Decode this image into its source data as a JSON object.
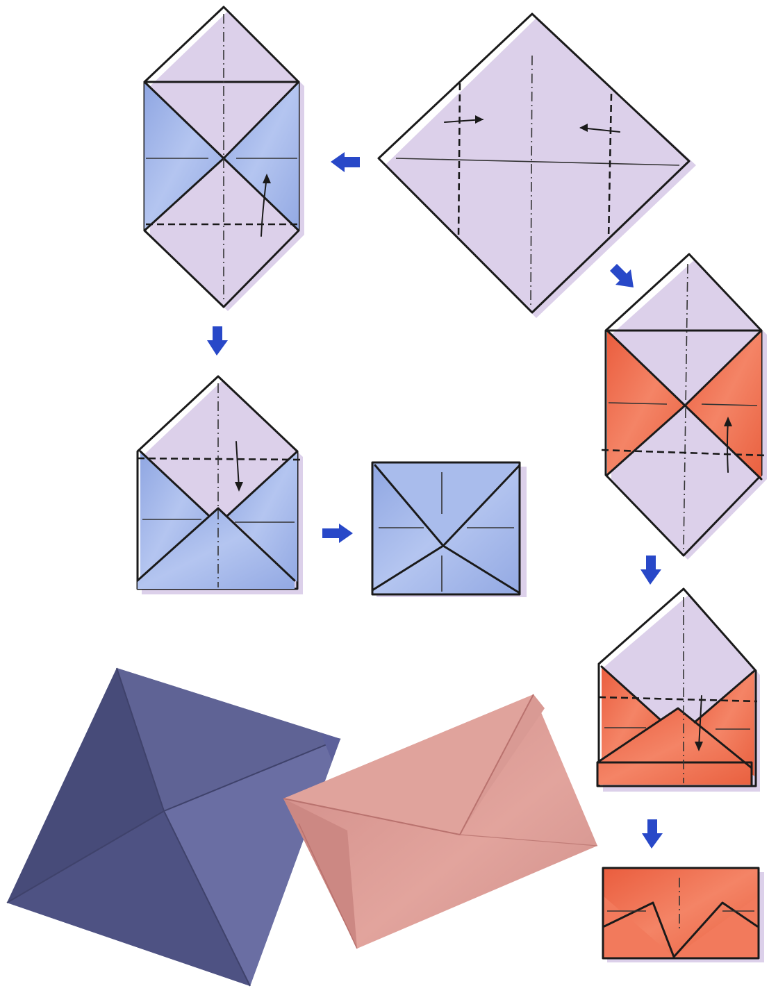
{
  "colors": {
    "background": "#ffffff",
    "paper_white": "#ffffff",
    "blue_fill": "#9fb3e6",
    "blue_fill_light": "#b8c8ef",
    "red_fill": "#ef6a4a",
    "red_fill_light": "#f48c6e",
    "arrow_blue": "#2848c8",
    "outline": "#1a1a1a",
    "photo_blue_envelope": "#5a5e8f",
    "photo_pink_envelope": "#d89590",
    "shadow_tint": "#dcd0ea"
  },
  "diagram": {
    "description_steps": [
      "step-1-square-creases",
      "blue-step-2-sides-folded",
      "blue-step-3-bottom-folded",
      "blue-step-4-finished",
      "red-step-2-sides-folded",
      "red-step-3-bottom-folded",
      "red-step-4-finished"
    ],
    "arrow_icons": [
      "arrow-left-icon",
      "arrow-down-icon",
      "arrow-right-icon",
      "arrow-down-right-icon",
      "arrow-down-icon",
      "arrow-down-icon"
    ]
  }
}
